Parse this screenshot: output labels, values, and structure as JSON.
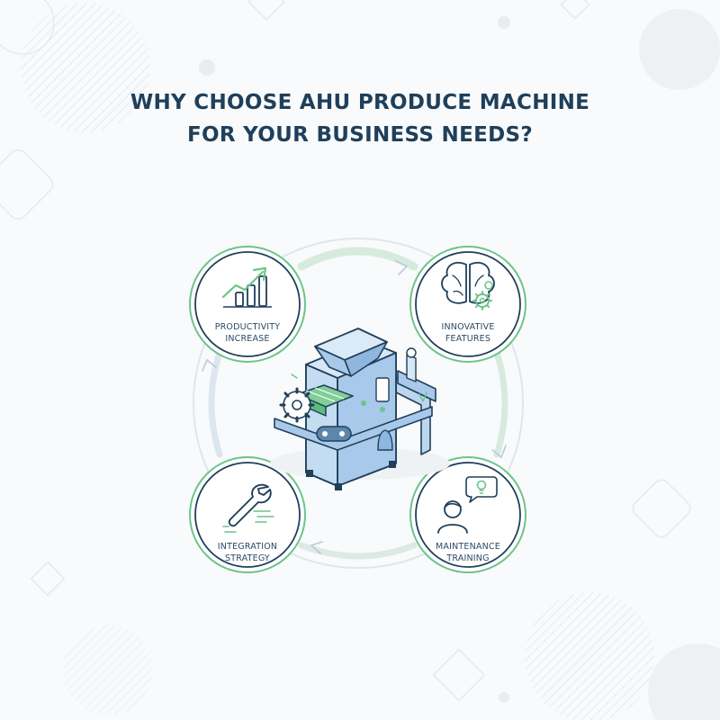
{
  "title": {
    "line1": "WHY CHOOSE AHU PRODUCE MACHINE",
    "line2": "FOR YOUR BUSINESS NEEDS?"
  },
  "nodes": [
    {
      "id": "productivity",
      "line1": "PRODUCTIVITY",
      "line2": "INCREASE",
      "icon": "growth-chart-icon"
    },
    {
      "id": "innovative",
      "line1": "INNOVATIVE",
      "line2": "FEATURES",
      "icon": "brain-gear-icon"
    },
    {
      "id": "integration",
      "line1": "INTEGRATION",
      "line2": "STRATEGY",
      "icon": "wrench-icon"
    },
    {
      "id": "maintenance",
      "line1": "MAINTENANCE",
      "line2": "TRAINING",
      "icon": "person-idea-icon"
    }
  ],
  "center": {
    "icon": "produce-machine-icon"
  },
  "colors": {
    "title": "#1f3f5a",
    "circle_stroke": "#1f3f5a",
    "accent_green": "#6cc48a",
    "machine_blue": "#a9c9ea",
    "arc": "#d8e5e1"
  }
}
